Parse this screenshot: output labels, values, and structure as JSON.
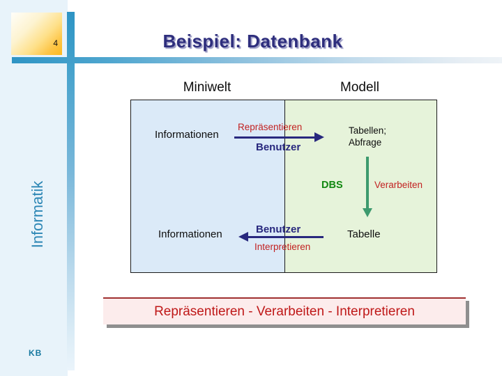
{
  "slide": {
    "number": "4",
    "title": "Beispiel: Datenbank",
    "vertical_label": "Informatik",
    "author_initials": "KB"
  },
  "diagram": {
    "headers": {
      "miniwelt": "Miniwelt",
      "modell": "Modell"
    },
    "represent_flow": {
      "source": "Informationen",
      "action": "Repräsentieren",
      "actor": "Benutzer",
      "target_line1": "Tabellen;",
      "target_line2": "Abfrage"
    },
    "process_flow": {
      "system": "DBS",
      "action": "Verarbeiten"
    },
    "interpret_flow": {
      "actor": "Benutzer",
      "action": "Interpretieren",
      "source": "Tabelle",
      "target": "Informationen"
    }
  },
  "summary": {
    "text": "Repräsentieren - Verarbeiten - Interpretieren"
  },
  "colors": {
    "accent_red": "#c22121",
    "accent_navy": "#28287e",
    "accent_green_text": "#118811",
    "accent_green_arrow": "#3d9a6e",
    "accent_teal": "#2d87b5",
    "left_half_bg": "#dbeaf8",
    "right_half_bg": "#e6f3da",
    "summary_bg": "#fcecec",
    "square_gold": "#fcb91f"
  }
}
